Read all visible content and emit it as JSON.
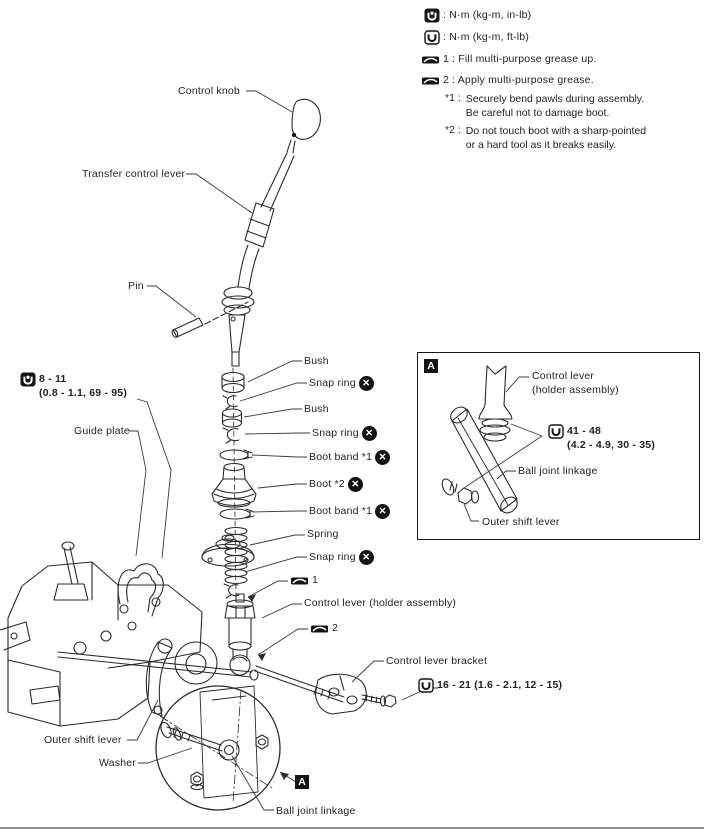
{
  "figure": {
    "legend": {
      "torque_items": [
        {
          "icon": "torque-wrench-filled-icon",
          "label": ": N·m (kg-m, in-lb)"
        },
        {
          "icon": "torque-wrench-outline-icon",
          "label": ": N·m (kg-m, ft-lb)"
        }
      ],
      "grease_items": [
        {
          "num": "1",
          "label": ": Fill multi-purpose grease up."
        },
        {
          "num": "2",
          "label": ": Apply multi-purpose grease."
        }
      ],
      "notes": [
        {
          "ref": "*1 :",
          "line1": "Securely bend pawls during assembly.",
          "line2": "Be careful not to damage boot."
        },
        {
          "ref": "*2 :",
          "line1": "Do not touch boot with a sharp-pointed",
          "line2": "or a hard tool as it breaks easily."
        }
      ]
    },
    "callouts": {
      "control_knob": "Control knob",
      "transfer_control_lever": "Transfer control lever",
      "pin": "Pin",
      "guide_plate": "Guide plate",
      "bush_1": "Bush",
      "snap_ring_1": "Snap ring",
      "bush_2": "Bush",
      "snap_ring_2": "Snap ring",
      "boot_band_1": "Boot band *1",
      "boot": "Boot *2",
      "boot_band_2": "Boot band *1",
      "spring": "Spring",
      "snap_ring_3": "Snap ring",
      "grease_mark_1": "1",
      "control_lever_holder": "Control lever (holder assembly)",
      "grease_mark_2": "2",
      "control_lever_bracket": "Control lever bracket",
      "outer_shift_lever": "Outer shift lever",
      "washer": "Washer",
      "ball_joint_linkage": "Ball joint linkage",
      "detail_ref": "A"
    },
    "torque_specs": {
      "guide_plate_bolt": {
        "range": "8 - 11",
        "converted": "(0.8 - 1.1, 69 - 95)"
      },
      "bracket_bolt": {
        "range_full": "16 - 21 (1.6 - 2.1, 12 - 15)"
      },
      "ball_joint_nut": {
        "range": "41 - 48",
        "converted": "(4.2 - 4.9, 30 - 35)"
      }
    },
    "inset": {
      "ref": "A",
      "control_lever_line1": "Control lever",
      "control_lever_line2": "(holder assembly)",
      "ball_joint_linkage": "Ball joint linkage",
      "outer_shift_lever": "Outer shift lever"
    },
    "icons": {
      "replace_mark": "✕"
    },
    "colors": {
      "ink": "#2b2b2b",
      "badge": "#141414",
      "rule": "#8f8f8f"
    }
  }
}
